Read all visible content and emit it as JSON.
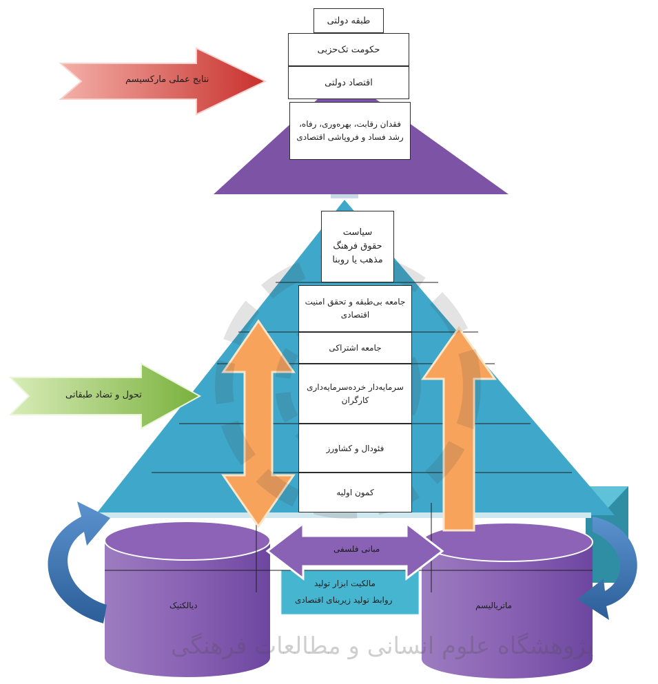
{
  "top_pyramid": {
    "boxes": [
      "طبقه دولتی",
      "حکومت تک‌حزبی",
      "اقتصاد دولتی"
    ],
    "result_lines": [
      "فقدان رقابت، بهره‌وری، رفاه،",
      "رشد فساد و فروپاشی اقتصادی"
    ]
  },
  "arrows": {
    "red_label": "نتایج عملی مارکسیسم",
    "green_label": "تحول و تضاد طبقاتی"
  },
  "superstructure": [
    "سیاست",
    "حقوق فرهنگ",
    "مذهب یا روبنا"
  ],
  "stages": [
    [
      "جامعه بی‌طبقه و تحقق امنیت",
      "اقتصادی"
    ],
    [
      "جامعه اشتراکی"
    ],
    [
      "سرمایه‌دار خرده‌سرمایه‌داری",
      "کارگران"
    ],
    [
      "فئودال و کشاورز"
    ],
    [
      "کمون اولیه"
    ]
  ],
  "base": {
    "foundations_label": "مبانی فلسفی",
    "lines": [
      "مالکیت ابزار تولید",
      "روابط تولید زیربنای اقتصادی"
    ]
  },
  "cylinders": {
    "left": "دیالکتیک",
    "right": "ماتریالیسم"
  },
  "watermark": "پژوهشگاه علوم انسانی و مطالعات فرهنگی",
  "colors": {
    "purple": "#7c52a3",
    "blue": "#3ea7c8",
    "teal": "#2e8fa3",
    "orange": "#f7a35c",
    "red": "#cf3b3b",
    "green": "#8cc152",
    "curved_arrow": "#3a72b0"
  }
}
